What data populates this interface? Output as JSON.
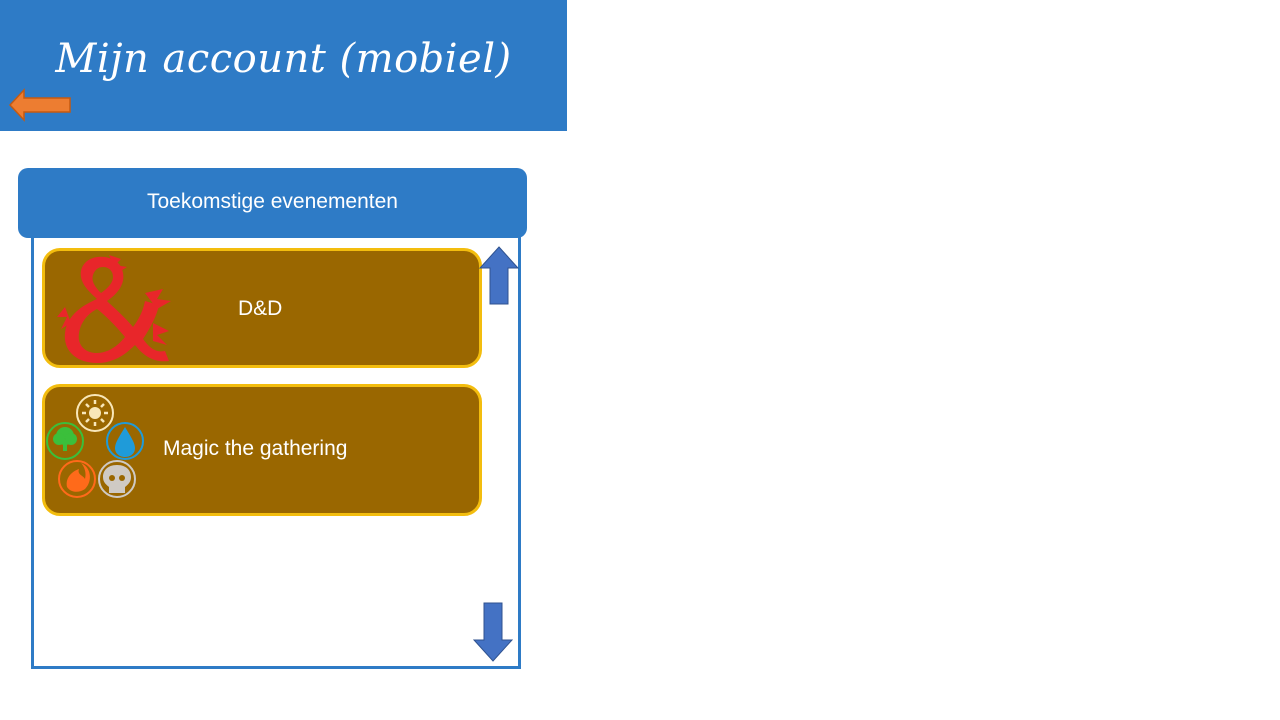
{
  "header": {
    "title": "Mijn account (mobiel)",
    "back_icon": "arrow-left-icon",
    "background_color": "#2e7bc6",
    "back_arrow_color": "#ed7d31"
  },
  "section": {
    "title": "Toekomstige evenementen"
  },
  "events": [
    {
      "label": "D&D",
      "icon": "dnd-ampersand-dragon-icon"
    },
    {
      "label": "Magic the gathering",
      "icon": "mtg-five-mana-symbols-icon"
    }
  ],
  "scroll": {
    "up_icon": "arrow-up-icon",
    "down_icon": "arrow-down-icon",
    "color": "#4472c4"
  },
  "colors": {
    "card_fill": "#9a6700",
    "card_border": "#f3bd0e",
    "frame_border": "#2e7bc6"
  }
}
